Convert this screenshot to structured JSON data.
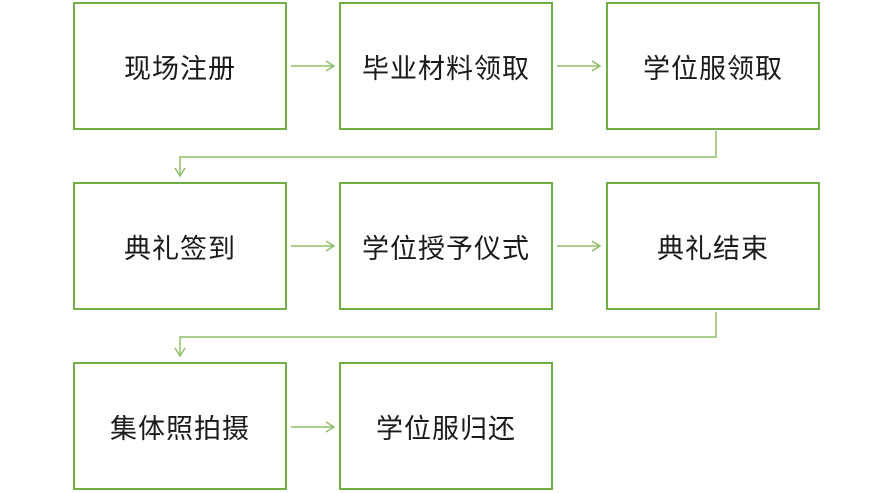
{
  "steps": [
    {
      "label": "现场注册"
    },
    {
      "label": "毕业材料领取"
    },
    {
      "label": "学位服领取"
    },
    {
      "label": "典礼签到"
    },
    {
      "label": "学位授予仪式"
    },
    {
      "label": "典礼结束"
    },
    {
      "label": "集体照拍摄"
    },
    {
      "label": "学位服归还"
    }
  ],
  "colors": {
    "border": "#70ad47",
    "arrow": "#8fbf6a",
    "text": "#1a1a1a"
  }
}
